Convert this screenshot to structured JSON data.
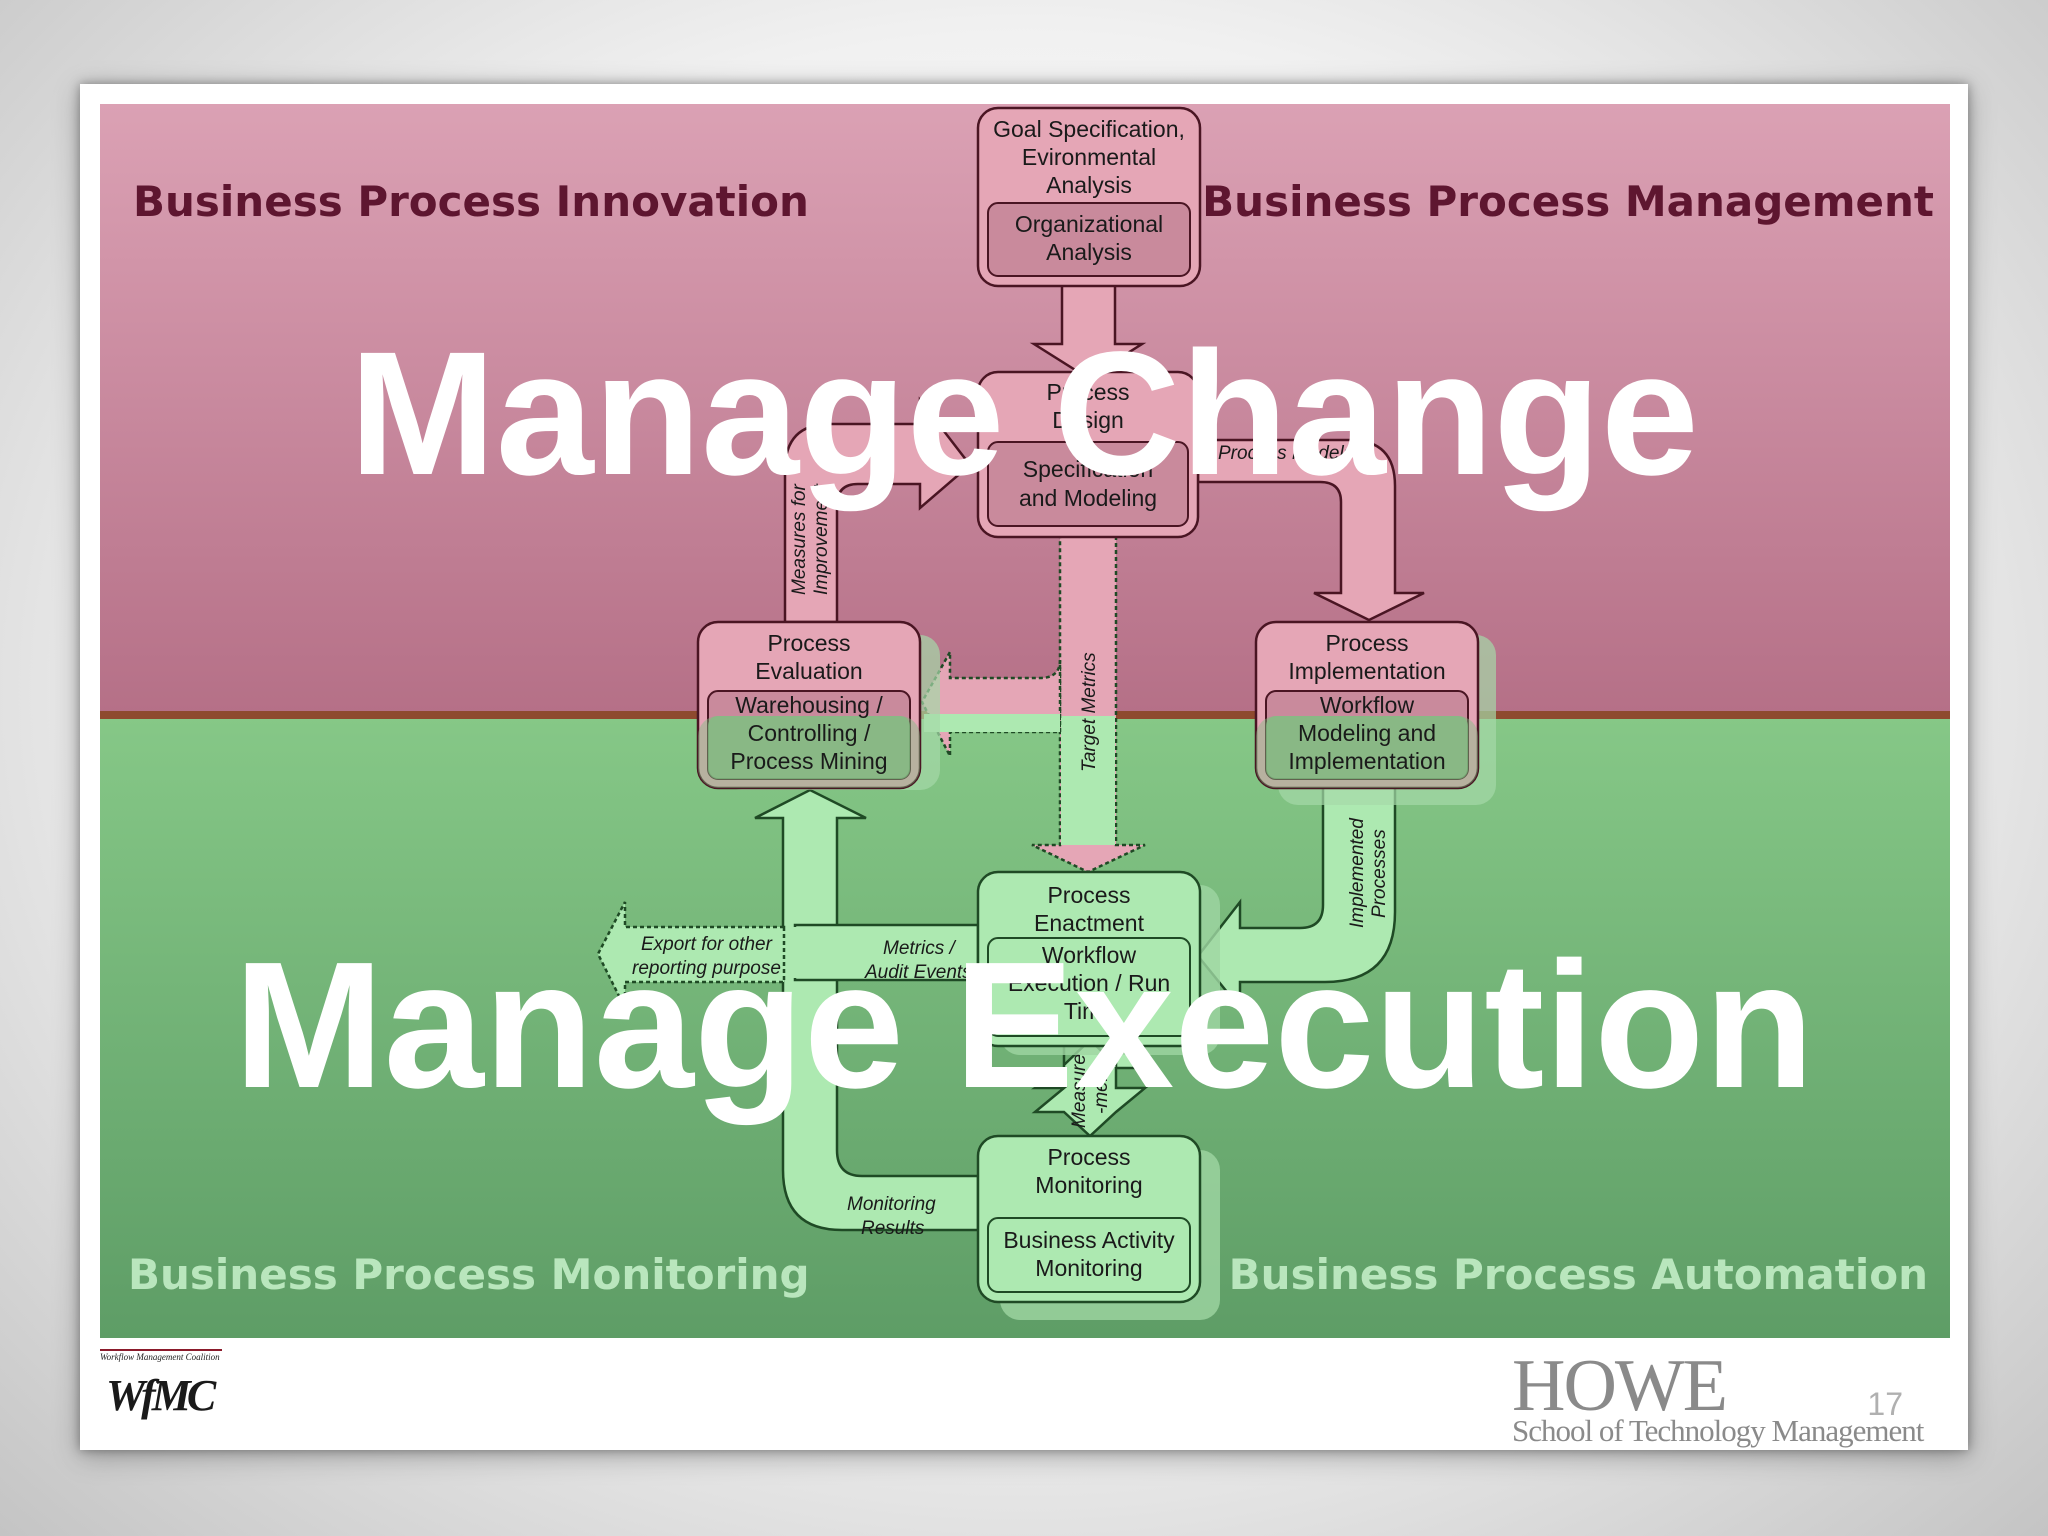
{
  "quadrants": {
    "top_left": "Business Process Innovation",
    "top_right": "Business Process Management",
    "bottom_left": "Business Process Monitoring",
    "bottom_right": "Business Process Automation"
  },
  "overlay": {
    "top": "Manage Change",
    "bottom": "Manage Execution"
  },
  "boxes": {
    "goal": {
      "title": [
        "Goal Specification,",
        "Evironmental",
        "Analysis"
      ],
      "inner": [
        "Organizational",
        "Analysis"
      ]
    },
    "design": {
      "title": [
        "Process",
        "Design"
      ],
      "inner": [
        "Specification",
        "and Modeling"
      ]
    },
    "evaluation": {
      "title": [
        "Process",
        "Evaluation"
      ],
      "inner": [
        "Warehousing /",
        "Controlling /",
        "Process Mining"
      ]
    },
    "implementation": {
      "title": [
        "Process",
        "Implementation"
      ],
      "inner": [
        "Workflow",
        "Modeling and",
        "Implementation"
      ]
    },
    "enactment": {
      "title": [
        "Process",
        "Enactment"
      ],
      "inner": [
        "Workflow",
        "Execution / Run",
        "Time"
      ]
    },
    "monitoring": {
      "title": [
        "Process",
        "Monitoring"
      ],
      "inner": [
        "Business Activity",
        "Monitoring"
      ]
    }
  },
  "arrow_labels": {
    "measures_for_improvement": [
      "Measures for",
      "Improvement"
    ],
    "process_models": "Process Models",
    "target_metrics": "Target Metrics",
    "implemented_processes": [
      "Implemented",
      "Processes"
    ],
    "export": [
      "Export for other",
      "reporting purpose"
    ],
    "metrics_audit": [
      "Metrics /",
      "Audit Events"
    ],
    "measurements": [
      "Measure",
      "-ments"
    ],
    "monitoring_results": [
      "Monitoring",
      "Results"
    ]
  },
  "footer": {
    "wfmc_small": "Workflow Management Coalition",
    "wfmc_logo": "WfMC",
    "howe_big": "HOWE",
    "howe_small": "School of Technology Management",
    "page_number": "17"
  },
  "colors": {
    "top_band": "#c98a9c",
    "bottom_band": "#7fbf82",
    "divider": "#8e4a2e",
    "box_pink": "#e5a6b6",
    "box_green": "#ade9b1",
    "quadrant_top_text": "#5e1630",
    "quadrant_bottom_text": "#b9e6bd"
  }
}
